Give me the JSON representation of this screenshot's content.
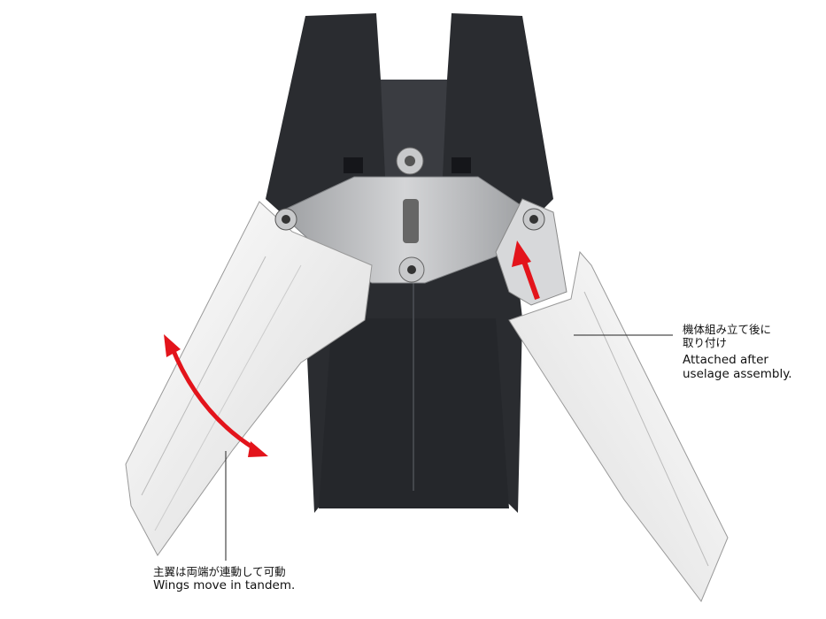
{
  "annotations": {
    "right": {
      "jp_line1": "機体組み立て後に",
      "jp_line2": "取り付け",
      "en_line1": "Attached after",
      "en_line2": "uselage assembly."
    },
    "bottom": {
      "jp": "主翼は両端が連動して可動",
      "en": "Wings move in tandem."
    }
  },
  "colors": {
    "arrow": "#e3141b",
    "fuselage": "#2a2c30",
    "wing": "#f2f2f2",
    "gear_plate": "#b9bbbd"
  }
}
